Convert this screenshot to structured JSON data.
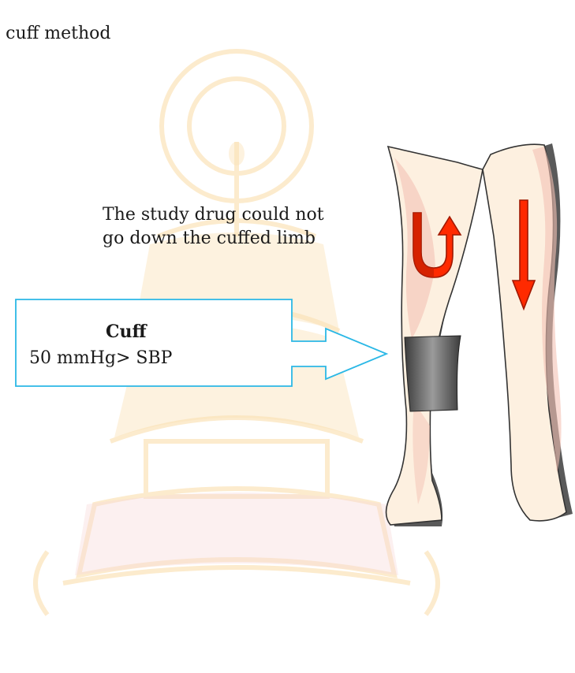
{
  "title": "n cuff method",
  "caption": {
    "line1": "The study drug could not",
    "line2": "go down the cuffed limb"
  },
  "callout": {
    "label": "Cuff",
    "value": "50 mmHg> SBP"
  },
  "colors": {
    "callout_border": "#2bb8e6",
    "arrow_red": "#ff2a00",
    "arrow_dark": "#a01800",
    "skin": "#fdf0e0",
    "skin_shadow": "#f4c2b4",
    "cuff_dark": "#3c3c3c",
    "cuff_light": "#9b9b9b",
    "watermark": "#fbe3b9"
  },
  "icons": [
    "watermark-emblem",
    "legs-illustration",
    "cuff-band",
    "circulation-arrow-up",
    "circulation-arrow-down"
  ]
}
